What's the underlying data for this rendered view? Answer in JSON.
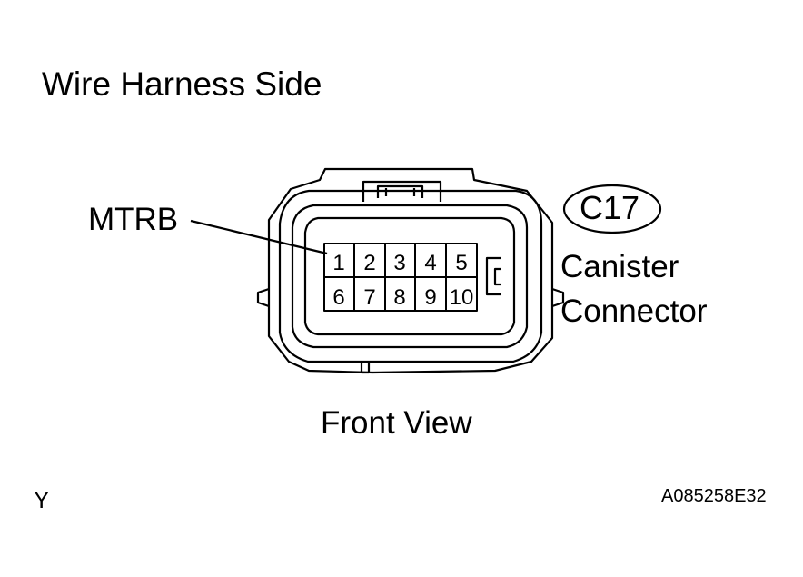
{
  "title": "Wire Harness Side",
  "callout_label": "MTRB",
  "connector": {
    "code": "C17",
    "name_line1": "Canister",
    "name_line2": "Connector"
  },
  "view_label": "Front View",
  "corner_mark": "Y",
  "figure_id": "A085258E32",
  "pins": {
    "row1": [
      "1",
      "2",
      "3",
      "4",
      "5"
    ],
    "row2": [
      "6",
      "7",
      "8",
      "9",
      "10"
    ]
  }
}
